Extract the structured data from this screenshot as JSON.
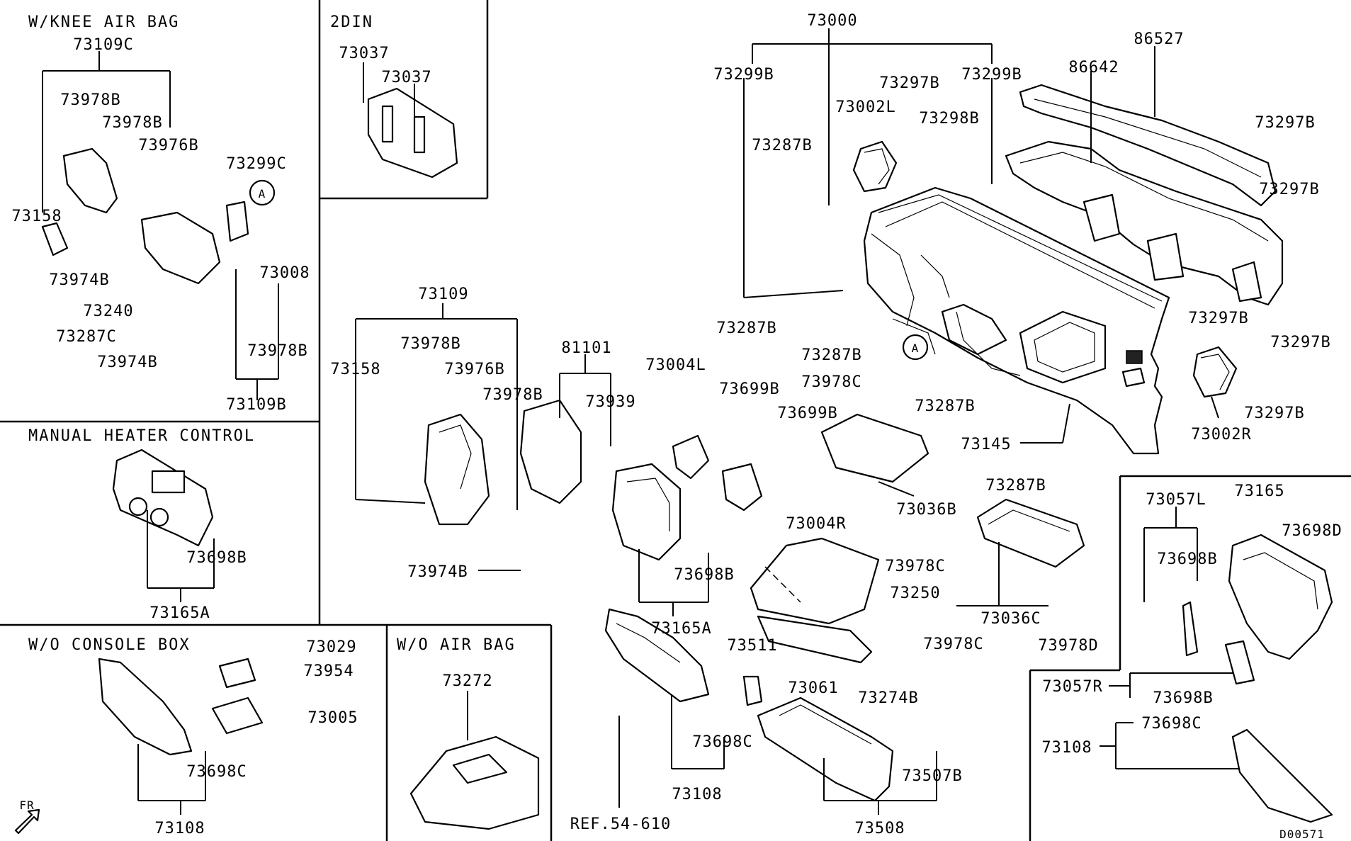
{
  "sections": {
    "knee_air_bag": "W/KNEE AIR BAG",
    "two_din": "2DIN",
    "manual_heater": "MANUAL HEATER CONTROL",
    "wo_console": "W/O CONSOLE BOX",
    "wo_air_bag": "W/O AIR BAG"
  },
  "labels": {
    "p73000": "73000",
    "p86527": "86527",
    "p86642": "86642",
    "p73299B_l": "73299B",
    "p73299B_r": "73299B",
    "p73297B_top": "73297B",
    "p73002L": "73002L",
    "p73298B": "73298B",
    "p73287B_a": "73287B",
    "p73297B_r1": "73297B",
    "p73297B_r2": "73297B",
    "p73297B_r3": "73297B",
    "p73297B_r4": "73297B",
    "p73297B_r5": "73297B",
    "p73287B_b": "73287B",
    "p73287B_c": "73287B",
    "p73978C_a": "73978C",
    "p73287B_d": "73287B",
    "p73002R": "73002R",
    "p73145": "73145",
    "p73287B_e": "73287B",
    "p73036B": "73036B",
    "p73109C": "73109C",
    "p73978B_k1": "73978B",
    "p73978B_k2": "73978B",
    "p73976B_k": "73976B",
    "p73299C": "73299C",
    "p73158_k": "73158",
    "p73974B_k1": "73974B",
    "p73008": "73008",
    "p73240": "73240",
    "p73287C": "73287C",
    "p73974B_k2": "73974B",
    "p73978B_k3": "73978B",
    "p73109B": "73109B",
    "p73037_a": "73037",
    "p73037_b": "73037",
    "p73109": "73109",
    "p73978B_m1": "73978B",
    "p73158_m": "73158",
    "p73976B_m": "73976B",
    "p73978B_m2": "73978B",
    "p81101": "81101",
    "p73939": "73939",
    "p73004L": "73004L",
    "p73699B_a": "73699B",
    "p73699B_b": "73699B",
    "p73004R": "73004R",
    "p73974B_m": "73974B",
    "p73698B_m": "73698B",
    "p73165A_m": "73165A",
    "p73978C_b": "73978C",
    "p73250": "73250",
    "p73036C": "73036C",
    "p73978C_c": "73978C",
    "p73978D": "73978D",
    "p73511": "73511",
    "p73061": "73061",
    "p73274B": "73274B",
    "p73698C_m": "73698C",
    "p73108_m": "73108",
    "ref": "REF.54-610",
    "p73507B": "73507B",
    "p73508": "73508",
    "p73698B_h": "73698B",
    "p73165A_h": "73165A",
    "p73029": "73029",
    "p73954": "73954",
    "p73005": "73005",
    "p73698C_w": "73698C",
    "p73108_w": "73108",
    "p73272": "73272",
    "p73057L": "73057L",
    "p73165": "73165",
    "p73698D": "73698D",
    "p73698B_r1": "73698B",
    "p73057R": "73057R",
    "p73698B_r2": "73698B",
    "p73108_r": "73108",
    "p73698C_r": "73698C",
    "callout_a1": "A",
    "callout_a2": "A",
    "fr": "FR",
    "drawing_no": "D00571"
  }
}
